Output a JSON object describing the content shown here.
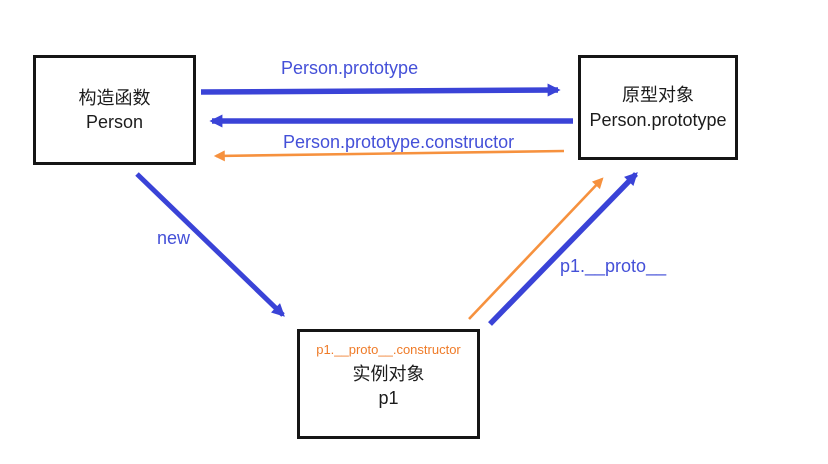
{
  "diagram": {
    "background": "#ffffff",
    "colors": {
      "blue_arrow": "#3a43d7",
      "blue_label": "#4450d8",
      "orange_arrow": "#f6913e",
      "orange_label": "#ef7b28",
      "box_border": "#151515",
      "box_text": "#1c1c1c"
    },
    "boxes": {
      "constructor": {
        "line1": "构造函数",
        "line2": "Person"
      },
      "prototype": {
        "line1": "原型对象",
        "line2": "Person.prototype"
      },
      "instance": {
        "note": "p1.__proto__.constructor",
        "line1": "实例对象",
        "line2": "p1"
      }
    },
    "edges": {
      "person_prototype": "Person.prototype",
      "prototype_constructor": "Person.prototype.constructor",
      "new_keyword": "new",
      "p1_proto": "p1.__proto__"
    }
  }
}
